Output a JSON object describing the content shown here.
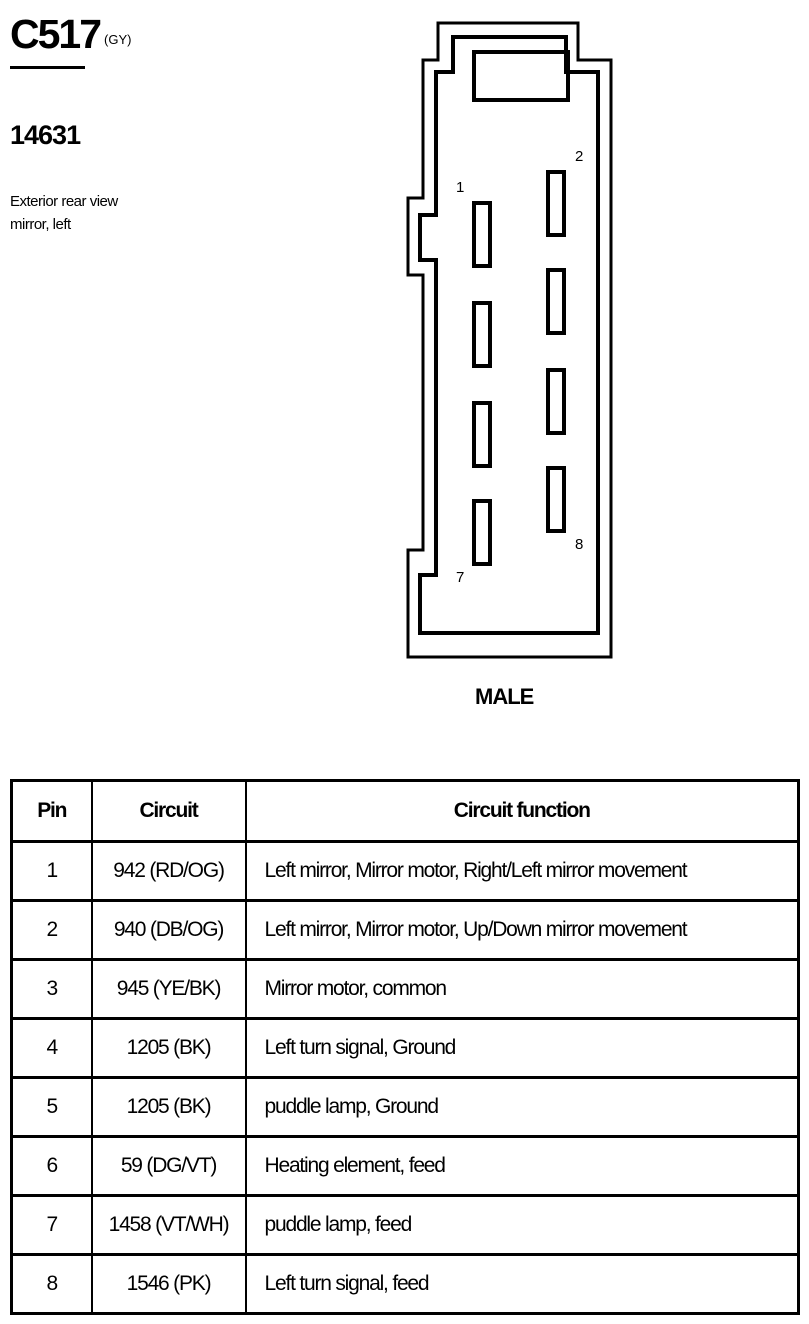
{
  "header": {
    "connector_id": "C517",
    "connector_color": "(GY)",
    "part_number": "14631",
    "description_line1": "Exterior rear view",
    "description_line2": "mirror, left"
  },
  "diagram": {
    "pin_labels": [
      "1",
      "2",
      "7",
      "8"
    ],
    "view_label": "MALE"
  },
  "table": {
    "headers": {
      "pin": "Pin",
      "circuit": "Circuit",
      "function": "Circuit function"
    },
    "rows": [
      {
        "pin": "1",
        "circuit": "942 (RD/OG)",
        "function": "Left mirror, Mirror motor, Right/Left mirror movement"
      },
      {
        "pin": "2",
        "circuit": "940 (DB/OG)",
        "function": "Left mirror, Mirror motor, Up/Down mirror movement"
      },
      {
        "pin": "3",
        "circuit": "945 (YE/BK)",
        "function": "Mirror motor, common"
      },
      {
        "pin": "4",
        "circuit": "1205 (BK)",
        "function": "Left turn signal, Ground"
      },
      {
        "pin": "5",
        "circuit": "1205 (BK)",
        "function": "puddle lamp, Ground"
      },
      {
        "pin": "6",
        "circuit": "59 (DG/VT)",
        "function": "Heating element, feed"
      },
      {
        "pin": "7",
        "circuit": "1458 (VT/WH)",
        "function": "puddle lamp, feed"
      },
      {
        "pin": "8",
        "circuit": "1546 (PK)",
        "function": "Left turn signal, feed"
      }
    ]
  }
}
